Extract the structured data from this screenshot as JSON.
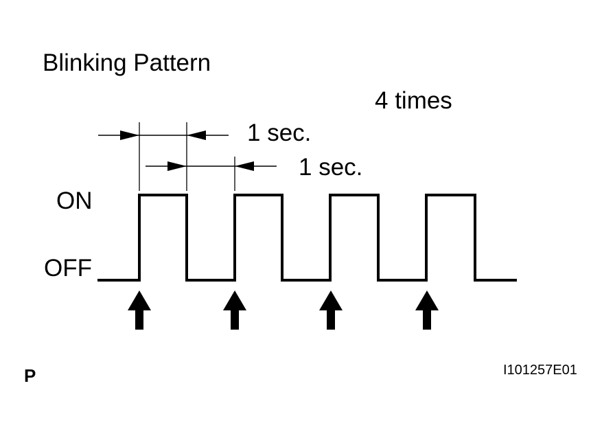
{
  "title": "Blinking Pattern",
  "repeat_label": "4 times",
  "on_duration_label": "1 sec.",
  "off_duration_label": "1 sec.",
  "state_labels": {
    "on": "ON",
    "off": "OFF"
  },
  "page_mark": "P",
  "figure_id": "I101257E01",
  "pulse_count": 4,
  "colors": {
    "line": "#000000",
    "background": "#ffffff"
  }
}
